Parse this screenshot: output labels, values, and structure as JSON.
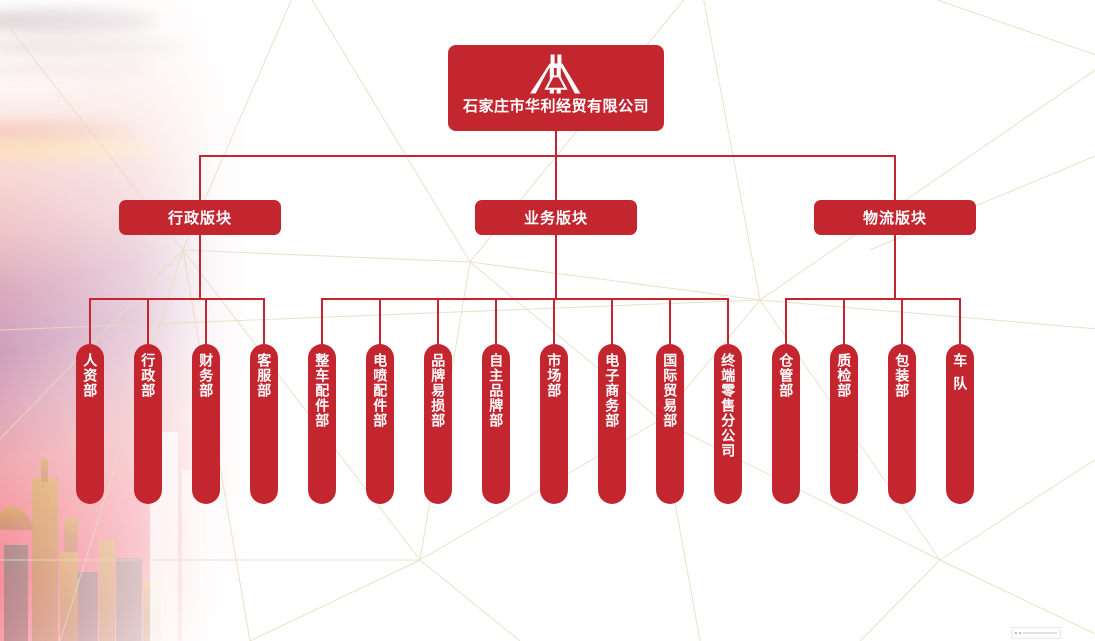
{
  "theme": {
    "brand_red": "#C42630",
    "connector_red": "#C42630",
    "text_on_brand": "#FFFFFF",
    "background": "#FFFFFF",
    "polygon_line": "#E8DCC0"
  },
  "root": {
    "logo_name": "huali-arch-logo",
    "title": "石家庄市华利经贸有限公司"
  },
  "divisions": [
    {
      "id": "admin",
      "label": "行政版块"
    },
    {
      "id": "business",
      "label": "业务版块"
    },
    {
      "id": "logistics",
      "label": "物流版块"
    }
  ],
  "departments": {
    "admin": [
      {
        "label": "人资部",
        "spaced": false
      },
      {
        "label": "行政部",
        "spaced": false
      },
      {
        "label": "财务部",
        "spaced": false
      },
      {
        "label": "客服部",
        "spaced": false
      }
    ],
    "business": [
      {
        "label": "整车配件部",
        "spaced": false
      },
      {
        "label": "电喷配件部",
        "spaced": false
      },
      {
        "label": "品牌易损部",
        "spaced": false
      },
      {
        "label": "自主品牌部",
        "spaced": false
      },
      {
        "label": "市场部",
        "spaced": false
      },
      {
        "label": "电子商务部",
        "spaced": false
      },
      {
        "label": "国际贸易部",
        "spaced": false
      },
      {
        "label": "终端零售分公司",
        "spaced": false
      }
    ],
    "logistics": [
      {
        "label": "仓管部",
        "spaced": false
      },
      {
        "label": "质检部",
        "spaced": false
      },
      {
        "label": "包装部",
        "spaced": false
      },
      {
        "label": "车队",
        "spaced": true
      }
    ]
  }
}
